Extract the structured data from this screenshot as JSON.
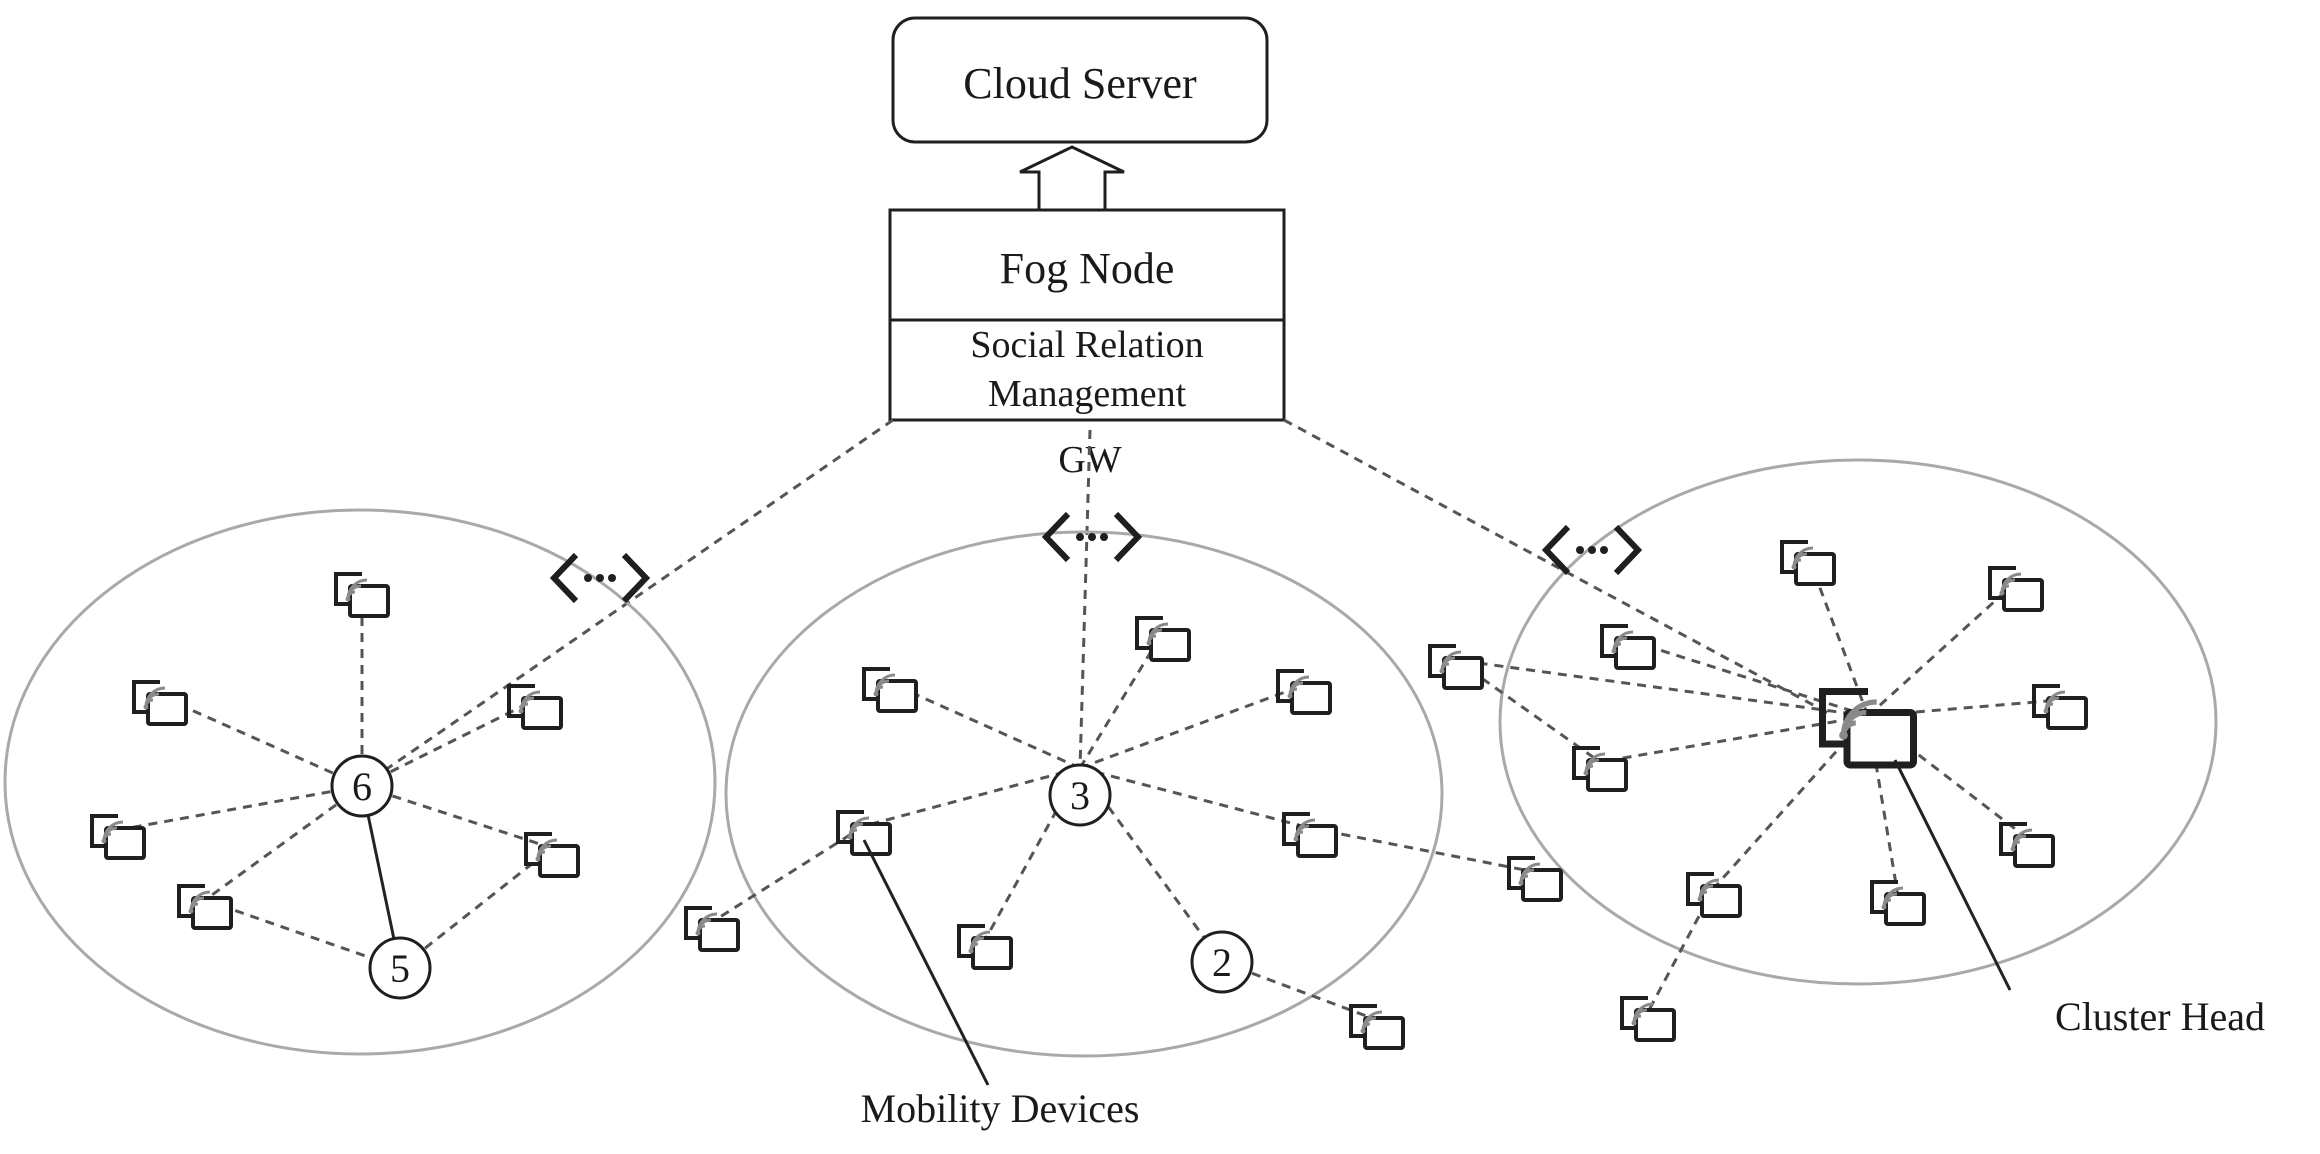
{
  "cloud_server": {
    "label": "Cloud Server"
  },
  "fog_node": {
    "title": "Fog Node",
    "sub_line1": "Social Relation",
    "sub_line2": "Management"
  },
  "gateway": {
    "label": "GW"
  },
  "nodes": {
    "n6": "6",
    "n5": "5",
    "n3": "3",
    "n2": "2"
  },
  "callouts": {
    "mobility_devices": "Mobility Devices",
    "cluster_head": "Cluster Head"
  },
  "colors": {
    "ink": "#1f1f1f",
    "dashed_link": "#555555",
    "cluster_boundary": "#a9a9a9",
    "device_signal": "#8a8a8a"
  },
  "icons": {
    "device": "mobile-device-icon",
    "gateway": "gateway-diamond-icon",
    "upload": "upload-arrow-icon"
  }
}
